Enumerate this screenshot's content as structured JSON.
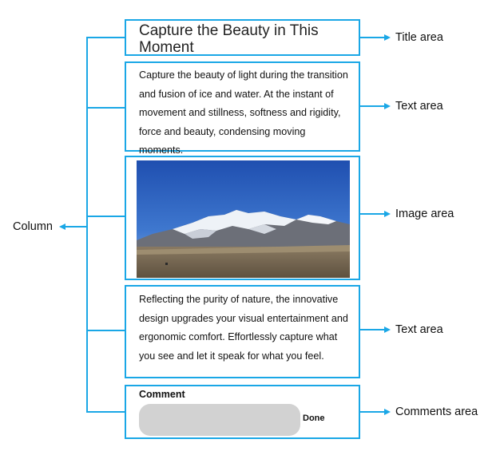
{
  "title": "Capture the Beauty in This Moment",
  "text_area_1": "Capture the beauty of light during the transition and fusion of ice and water. At the instant of movement and stillness, softness and rigidity, force and beauty, condensing moving moments.",
  "text_area_2": "Reflecting the purity of nature, the innovative design upgrades your visual entertainment and ergonomic comfort. Effortlessly capture what you see and let it speak for what you feel.",
  "comments": {
    "label": "Comment",
    "input_value": "",
    "done_label": "Done"
  },
  "annotations": {
    "column": "Column",
    "title_area": "Title area",
    "text_area": "Text area",
    "image_area": "Image area",
    "text_area_2": "Text area",
    "comments_area": "Comments area"
  },
  "colors": {
    "accent": "#1aa7e6",
    "input_bg": "#d2d2d2"
  }
}
